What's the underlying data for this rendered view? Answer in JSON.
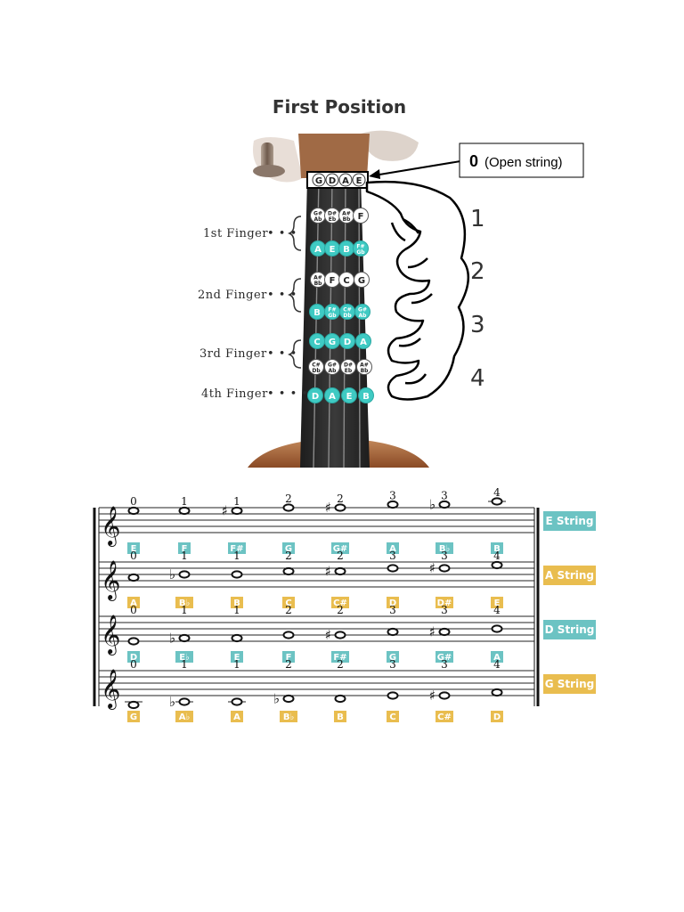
{
  "title": "First Position",
  "open_box": {
    "number": "0",
    "text": "(Open string)"
  },
  "open_strings": [
    "G",
    "D",
    "A",
    "E"
  ],
  "finger_labels": [
    "1st Finger",
    "2nd Finger",
    "3rd Finger",
    "4th Finger"
  ],
  "hand_numbers": [
    "1",
    "2",
    "3",
    "4"
  ],
  "fingerboard_rows": [
    {
      "style": "white",
      "notes": [
        "G#|Ab",
        "D#|Eb",
        "A#|Bb",
        "F"
      ]
    },
    {
      "style": "teal",
      "notes": [
        "A",
        "E",
        "B",
        "F#|Gb"
      ]
    },
    {
      "style": "white",
      "notes": [
        "A#|Bb",
        "F",
        "C",
        "G"
      ]
    },
    {
      "style": "teal",
      "notes": [
        "B",
        "F#|Gb",
        "C#|Db",
        "G#|Ab"
      ]
    },
    {
      "style": "teal",
      "notes": [
        "C",
        "G",
        "D",
        "A"
      ]
    },
    {
      "style": "white",
      "notes": [
        "C#|Db",
        "G#|Ab",
        "D#|Eb",
        "A#|Bb"
      ]
    },
    {
      "style": "teal",
      "notes": [
        "D",
        "A",
        "E",
        "B"
      ]
    }
  ],
  "staves": [
    {
      "tag": "E String",
      "color": "#6cc3c3",
      "fingers": [
        "0",
        "1",
        "1",
        "2",
        "2",
        "3",
        "3",
        "4"
      ],
      "accidentals": [
        "",
        "",
        "♯",
        "",
        "♯",
        "",
        "♭",
        ""
      ],
      "labels": [
        "E",
        "F",
        "F#",
        "G",
        "G#",
        "A",
        "B♭",
        "B"
      ]
    },
    {
      "tag": "A String",
      "color": "#e9bd4f",
      "fingers": [
        "0",
        "1",
        "1",
        "2",
        "2",
        "3",
        "3",
        "4"
      ],
      "accidentals": [
        "",
        "♭",
        "",
        "",
        "♯",
        "",
        "♯",
        ""
      ],
      "labels": [
        "A",
        "B♭",
        "B",
        "C",
        "C#",
        "D",
        "D#",
        "E"
      ]
    },
    {
      "tag": "D String",
      "color": "#6cc3c3",
      "fingers": [
        "0",
        "1",
        "1",
        "2",
        "2",
        "3",
        "3",
        "4"
      ],
      "accidentals": [
        "",
        "♭",
        "",
        "",
        "♯",
        "",
        "♯",
        ""
      ],
      "labels": [
        "D",
        "E♭",
        "E",
        "F",
        "F#",
        "G",
        "G#",
        "A"
      ]
    },
    {
      "tag": "G String",
      "color": "#e9bd4f",
      "fingers": [
        "0",
        "1",
        "1",
        "2",
        "2",
        "3",
        "3",
        "4"
      ],
      "accidentals": [
        "",
        "♭",
        "",
        "♭",
        "",
        "",
        "♯",
        ""
      ],
      "labels": [
        "G",
        "A♭",
        "A",
        "B♭",
        "B",
        "C",
        "C#",
        "D"
      ]
    }
  ],
  "colors": {
    "teal": "#3fcac3",
    "gold": "#e9bd4f",
    "tag_teal": "#6cc3c3"
  }
}
